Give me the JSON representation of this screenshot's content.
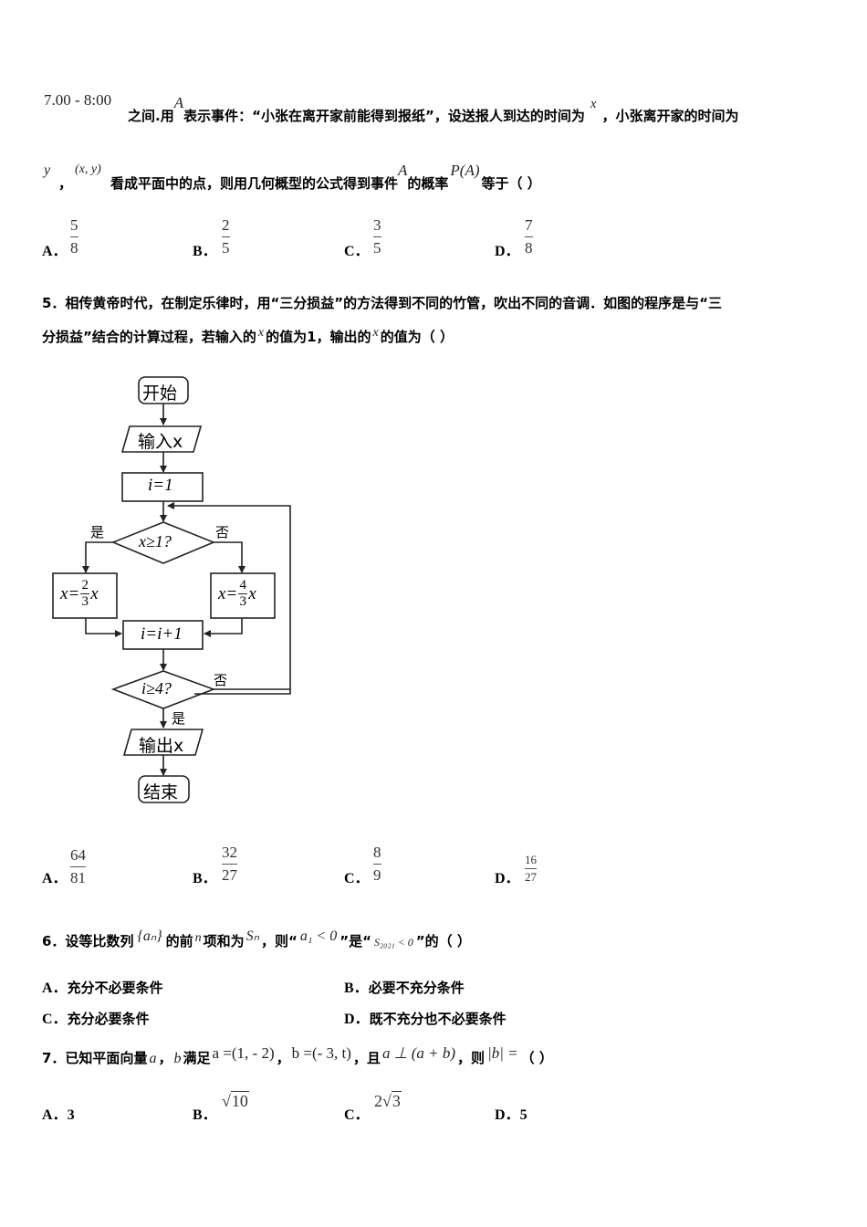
{
  "q4_continued": {
    "line1": {
      "time_range": "7.00 - 8:00",
      "text_a": "之间.用",
      "var_A": "A",
      "text_b": "表示事件：“小张在离开家前能得到报纸”，设送报人到达的时间为",
      "var_x": "x",
      "text_c": "，小张离开家的时间为"
    },
    "line2": {
      "var_y": "y",
      "comma": "，",
      "point": "(x, y)",
      "text_a": "看成平面中的点，则用几何概型的公式得到事件",
      "var_A": "A",
      "text_b": "的概率",
      "prob": "P(A)",
      "text_c": "等于（    ）"
    },
    "options": [
      {
        "label": "A．",
        "num": "5",
        "den": "8"
      },
      {
        "label": "B．",
        "num": "2",
        "den": "5"
      },
      {
        "label": "C．",
        "num": "3",
        "den": "5"
      },
      {
        "label": "D．",
        "num": "7",
        "den": "8"
      }
    ]
  },
  "q5": {
    "line1": "5．相传黄帝时代，在制定乐律时，用“三分损益”的方法得到不同的竹管，吹出不同的音调．如图的程序是与“三",
    "line2_a": "分损益”结合的计算过程，若输入的",
    "var_x1": "x",
    "line2_b": "的值为1，输出的",
    "var_x2": "x",
    "line2_c": "的值为（    ）",
    "flowchart": {
      "start": "开始",
      "input": "输入x",
      "init": "i=1",
      "cond1": "x≥1?",
      "yes": "是",
      "no": "否",
      "branch_yes": {
        "lhs": "x=",
        "num": "2",
        "den": "3",
        "rhs": "x"
      },
      "branch_no": {
        "lhs": "x=",
        "num": "4",
        "den": "3",
        "rhs": "x"
      },
      "increment": "i=i+1",
      "cond2": "i≥4?",
      "output": "输出x",
      "end": "结束"
    },
    "options": [
      {
        "label": "A．",
        "num": "64",
        "den": "81"
      },
      {
        "label": "B．",
        "num": "32",
        "den": "27"
      },
      {
        "label": "C．",
        "num": "8",
        "den": "9"
      },
      {
        "label": "D．",
        "num": "16",
        "den": "27"
      }
    ]
  },
  "q6": {
    "text_a": "6．设等比数列",
    "seq": "{aₙ}",
    "text_b": "的前",
    "var_n": "n",
    "text_c": "项和为",
    "sum": "Sₙ",
    "text_d": "，则",
    "q_open1": "“",
    "cond1": "a₁ < 0",
    "q_close1": "”",
    "text_e": "是",
    "q_open2": "“",
    "cond2": "S₂₀₂₁ < 0",
    "q_close2": "”",
    "text_f": "的（    ）",
    "options": [
      {
        "label": "A．",
        "text": "充分不必要条件"
      },
      {
        "label": "B．",
        "text": "必要不充分条件"
      },
      {
        "label": "C．",
        "text": "充分必要条件"
      },
      {
        "label": "D．",
        "text": "既不充分也不必要条件"
      }
    ]
  },
  "q7": {
    "text_a": "7．已知平面向量",
    "var_a": "a",
    "sep": "，",
    "var_b": "b",
    "text_b": "满足",
    "eq_a": "a =(1, - 2)",
    "sep2": "，",
    "eq_b": "b =(- 3, t)",
    "text_c": "，且",
    "perp": "a ⊥ (a + b)",
    "text_d": "，则",
    "abs_b": "|b| =",
    "text_e": "（    ）",
    "options": [
      {
        "label": "A．",
        "text": "3"
      },
      {
        "label": "B．",
        "text": "√10",
        "radicand": "10"
      },
      {
        "label": "C．",
        "text": "2√3",
        "coef": "2",
        "radicand": "3"
      },
      {
        "label": "D．",
        "text": "5"
      }
    ]
  }
}
